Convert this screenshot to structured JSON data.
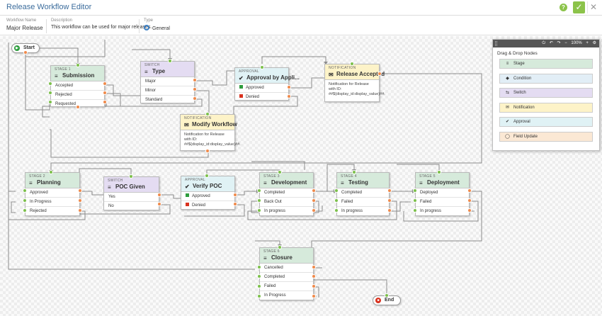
{
  "window": {
    "title": "Release Workflow Editor",
    "help_glyph": "?",
    "ok_glyph": "✓",
    "close_glyph": "✕"
  },
  "info": {
    "name_label": "Workflow Name",
    "name_value": "Major Release",
    "desc_label": "Description",
    "desc_value": "This workflow can be used for major releases.",
    "type_label": "Type",
    "type_value": "General"
  },
  "terminals": {
    "start": "Start",
    "end": "End"
  },
  "nodes": {
    "stage1": {
      "type": "Stage 1",
      "name": "Submission",
      "rows": [
        "Accepted",
        "Rejected",
        "Requested"
      ]
    },
    "switch_type": {
      "type": "Switch",
      "name": "Type",
      "rows": [
        "Major",
        "Minor",
        "Standard"
      ]
    },
    "approval1": {
      "type": "Approval",
      "name": "Approval by Appli...",
      "rows": [
        "Approved",
        "Denied"
      ]
    },
    "notif_accepted": {
      "type": "Notification",
      "name": "Release Accepted",
      "body": "Notification for Release with ID: ##${display_id:display_value}##."
    },
    "notif_modify": {
      "type": "Notification",
      "name": "Modify Workflow",
      "body": "Notification for Release with ID: ##${display_id:display_value}##."
    },
    "stage2": {
      "type": "Stage 2",
      "name": "Planning",
      "rows": [
        "Approved",
        "In Progress",
        "Rejected"
      ]
    },
    "switch_poc": {
      "type": "Switch",
      "name": "POC Given",
      "rows": [
        "Yes",
        "No"
      ]
    },
    "approval_poc": {
      "type": "Approval",
      "name": "Verify POC",
      "rows": [
        "Approved",
        "Denied"
      ]
    },
    "stage3": {
      "type": "Stage 3",
      "name": "Development",
      "rows": [
        "Completed",
        "Back Out",
        "In progress"
      ]
    },
    "stage4": {
      "type": "Stage 4",
      "name": "Testing",
      "rows": [
        "Completed",
        "Failed",
        "In progress"
      ]
    },
    "stage5": {
      "type": "Stage 5",
      "name": "Deployment",
      "rows": [
        "Deployed",
        "Failed",
        "In progress"
      ]
    },
    "stage6": {
      "type": "Stage 6",
      "name": "Closure",
      "rows": [
        "Cancelled",
        "Completed",
        "Failed",
        "In Progress"
      ]
    }
  },
  "palette": {
    "title": "Drag & Drop Nodes",
    "zoom": "100%",
    "items": [
      {
        "label": "Stage",
        "icon": "stage-icon"
      },
      {
        "label": "Condition",
        "icon": "condition-icon"
      },
      {
        "label": "Switch",
        "icon": "switch-icon"
      },
      {
        "label": "Notification",
        "icon": "notification-icon"
      },
      {
        "label": "Approval",
        "icon": "approval-icon"
      },
      {
        "label": "Field Update",
        "icon": "field-update-icon"
      }
    ]
  },
  "colors": {
    "accent": "#3b6c9c",
    "ok": "#8cc34a",
    "input_port": "#7cc04b",
    "output_port": "#f08a4b",
    "stage": "#d6eadb",
    "switch": "#e4dcf2",
    "approval": "#e0f2f5",
    "notification": "#fdf3c8"
  }
}
